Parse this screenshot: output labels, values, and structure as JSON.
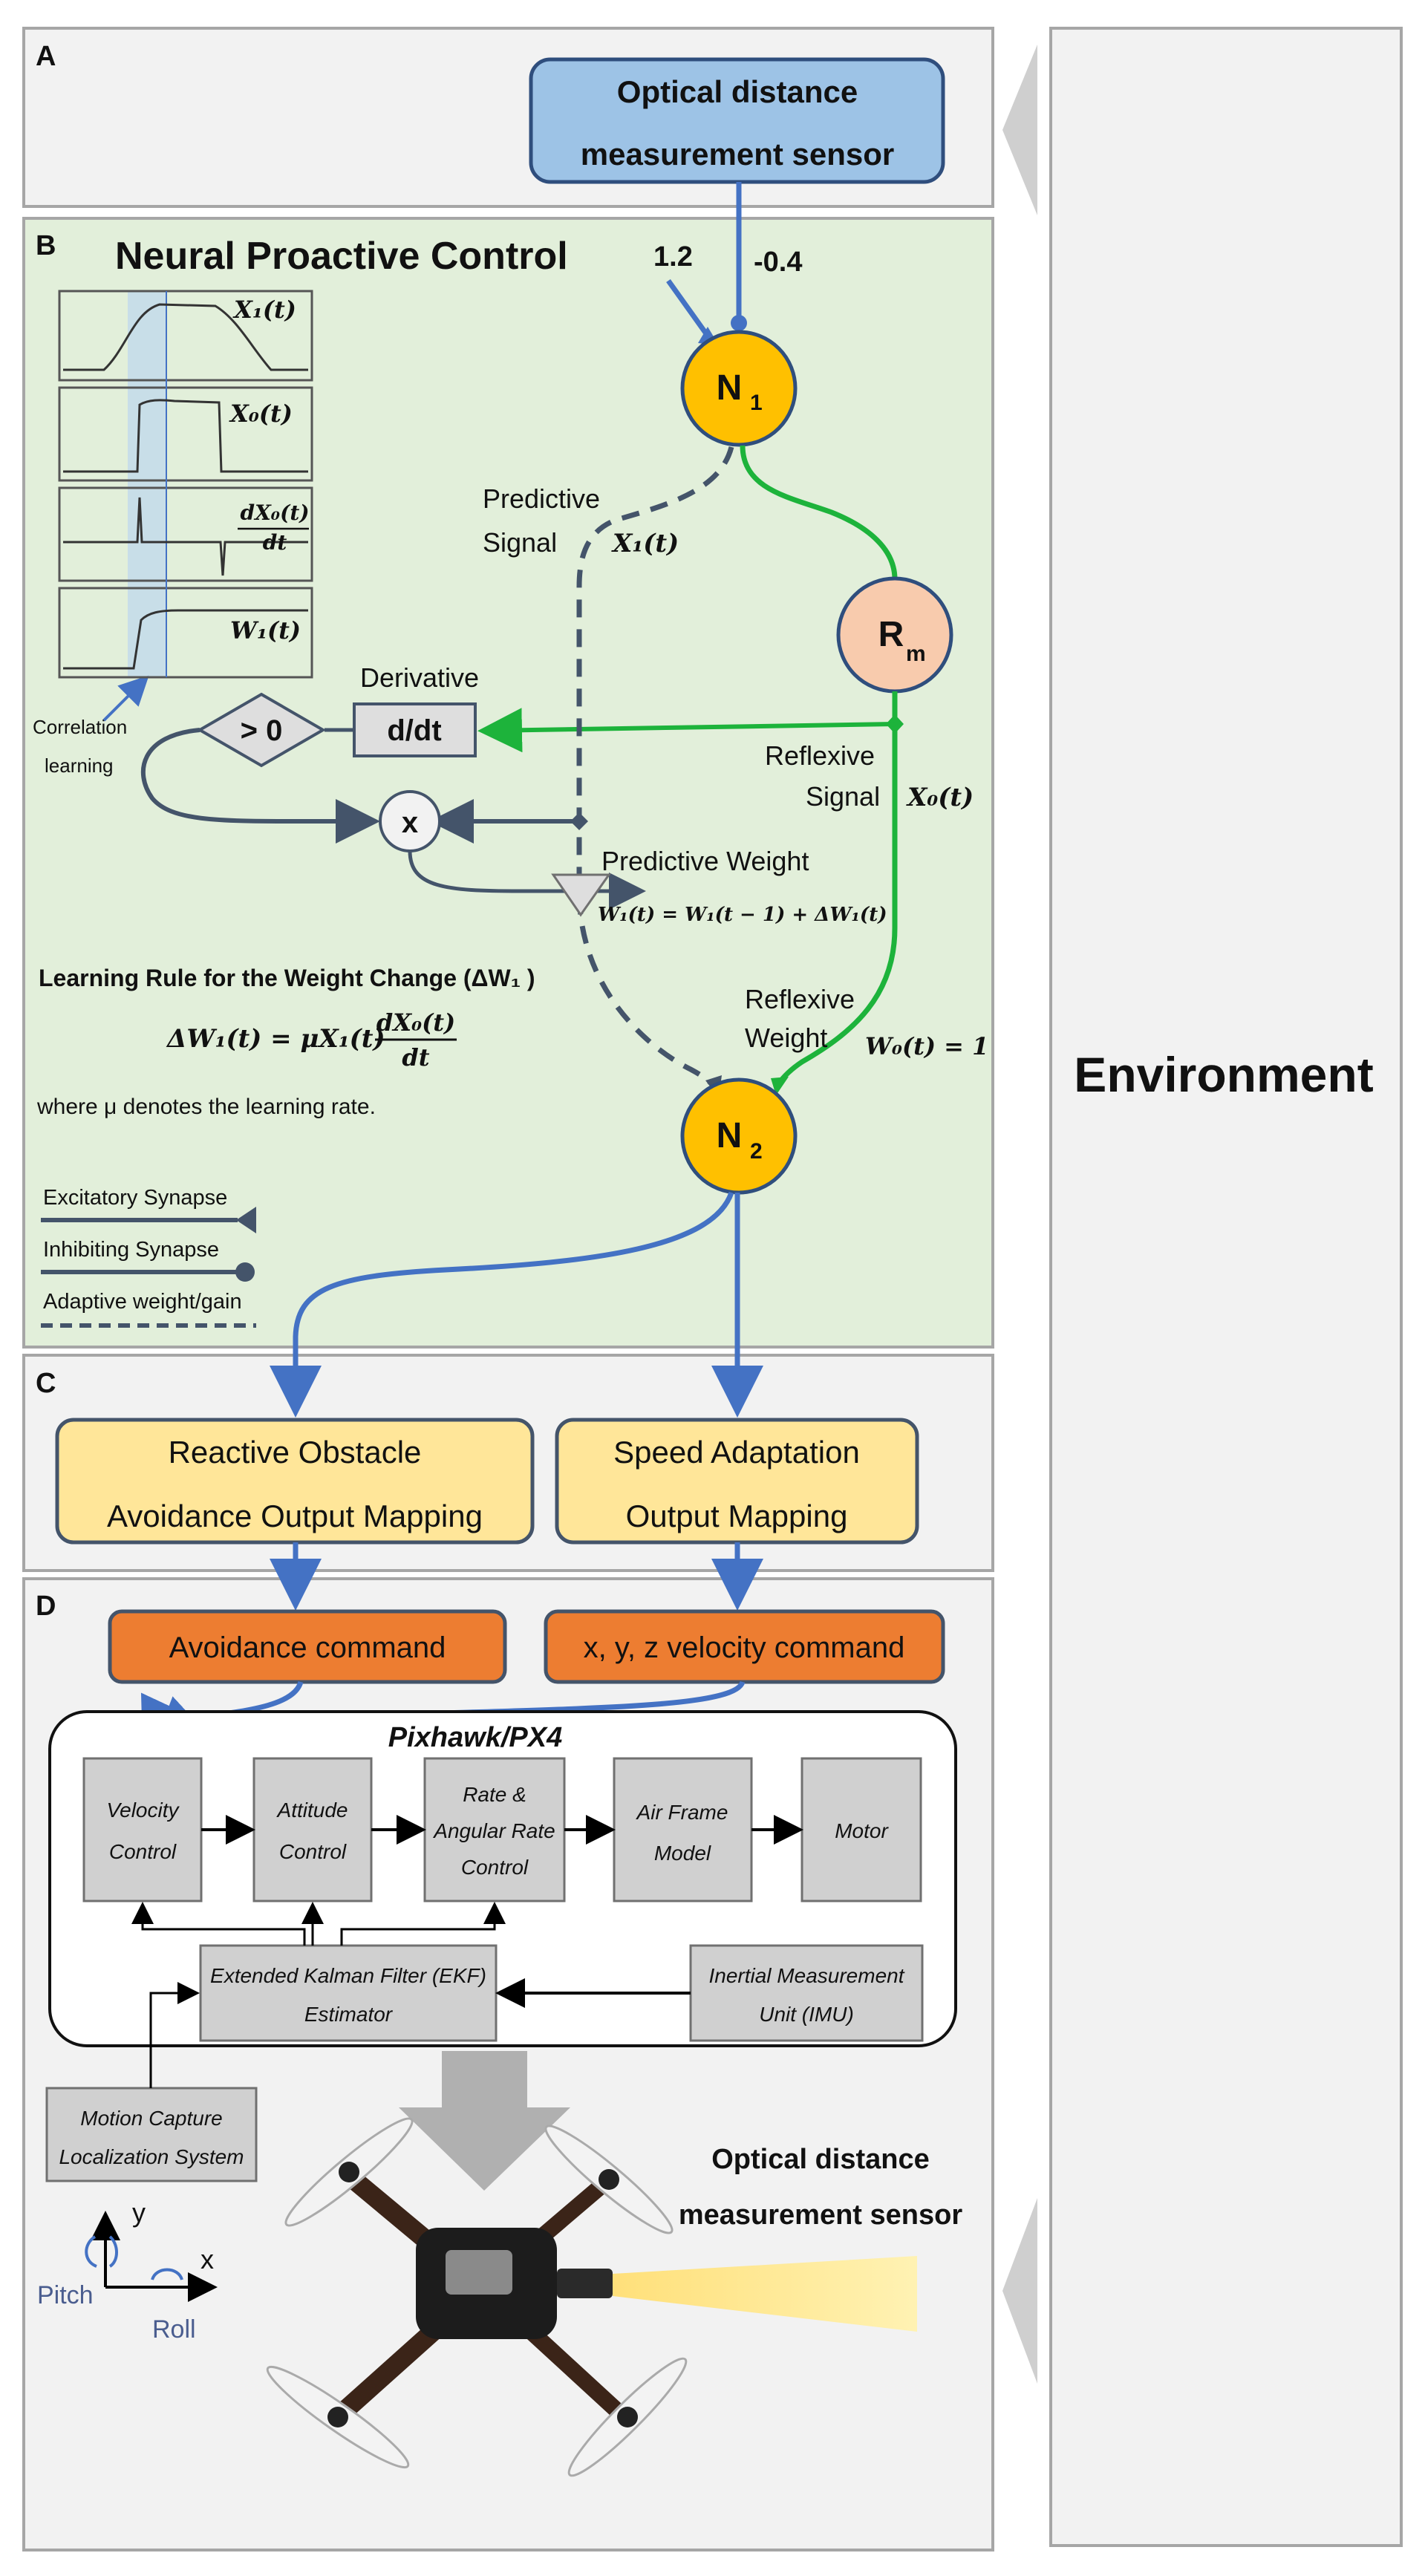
{
  "panels": {
    "a": "A",
    "b": "B",
    "c": "C",
    "d": "D"
  },
  "environment": {
    "label": "Environment"
  },
  "sensor_top": {
    "line1": "Optical distance",
    "line2": "measurement sensor"
  },
  "neural_control": {
    "title": "Neural Proactive Control",
    "weight_in": "1.2",
    "weight_inhib": "-0.4",
    "n1": "N",
    "n1_sub": "1",
    "n2": "N",
    "n2_sub": "2",
    "rm": "R",
    "rm_sub": "m",
    "predictive_signal_1": "Predictive",
    "predictive_signal_2": "Signal",
    "predictive_signal_var": "X₁(t)",
    "derivative_label": "Derivative",
    "derivative_box": "d/dt",
    "threshold": "> 0",
    "multiply": "x",
    "reflexive_signal_1": "Reflexive",
    "reflexive_signal_2": "Signal",
    "reflexive_signal_var": "X₀(t)",
    "predictive_weight": "Predictive Weight",
    "predictive_weight_eq": "W₁(t) = W₁(t − 1) + ΔW₁(t)",
    "reflexive_weight_1": "Reflexive",
    "reflexive_weight_2": "Weight",
    "reflexive_weight_eq": "W₀(t) = 1",
    "correlation_1": "Correlation",
    "correlation_2": "learning",
    "rule_title": "Learning Rule for the Weight Change (ΔW₁ )",
    "rule_lhs": "ΔW₁(t) =  μX₁(t)",
    "rule_num": "dX₀(t)",
    "rule_den": "dt",
    "rule_note": "where μ denotes the learning rate.",
    "plots": [
      {
        "label": "X₁(t)"
      },
      {
        "label": "X₀(t)"
      },
      {
        "label_num": "dX₀(t)",
        "label_den": "dt"
      },
      {
        "label": "W₁(t)"
      }
    ],
    "legend": {
      "excitatory": "Excitatory  Synapse",
      "inhibiting": "Inhibiting  Synapse",
      "adaptive": "Adaptive weight/gain"
    }
  },
  "output_mapping": {
    "avoidance_1": "Reactive Obstacle",
    "avoidance_2": "Avoidance  Output Mapping",
    "speed_1": "Speed Adaptation",
    "speed_2": "Output Mapping"
  },
  "commands": {
    "avoidance": "Avoidance command",
    "velocity": "x, y, z velocity command"
  },
  "px4": {
    "title": "Pixhawk/PX4",
    "velocity_1": "Velocity",
    "velocity_2": "Control",
    "attitude_1": "Attitude",
    "attitude_2": "Control",
    "rate_1": "Rate &",
    "rate_2": "Angular Rate",
    "rate_3": "Control",
    "airframe_1": "Air Frame",
    "airframe_2": "Model",
    "motor": "Motor",
    "ekf_1": "Extended Kalman Filter (EKF)",
    "ekf_2": "Estimator",
    "imu_1": "Inertial Measurement",
    "imu_2": "Unit (IMU)"
  },
  "mocap": {
    "line1": "Motion Capture",
    "line2": "Localization System"
  },
  "axes": {
    "y": "y",
    "x": "x",
    "pitch": "Pitch",
    "roll": "Roll"
  },
  "sensor_bottom": {
    "line1": "Optical distance",
    "line2": "measurement sensor"
  },
  "colors": {
    "panel_bg": "#f2f2f2",
    "neural_bg": "#e2efda",
    "sensor_blue": "#9dc3e6",
    "neuron_yellow": "#ffc000",
    "rm_peach": "#f8cbad",
    "mapping_yellow": "#ffe699",
    "command_orange": "#ed7d31",
    "arrow_blue": "#4472c4",
    "green": "#1db33b",
    "navy": "#44546a"
  }
}
